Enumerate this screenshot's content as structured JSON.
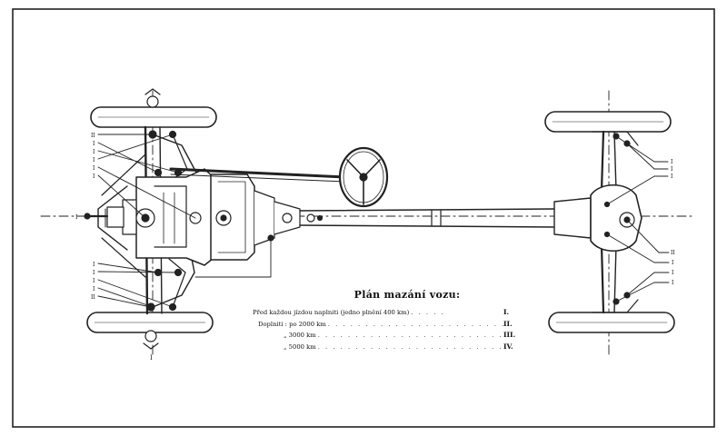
{
  "legend": {
    "title": "Plán mazání vozu:",
    "rows": [
      {
        "text": "Před každou jízdou naplniti (jedno plnění 400 km)",
        "dots": ". . . . .",
        "num": "I."
      },
      {
        "text": "Doplniti : po   2000 km",
        "dots": ". . . . . . . . . . . . . . . . . . . . . . . . . .",
        "num": "II."
      },
      {
        "text": "„        3000 km",
        "dots": ". . . . . . . . . . . . . . . . . . . . . . . . . . .",
        "num": "III."
      },
      {
        "text": "„        5000 km",
        "dots": ". . . . . . . . . . . . . . . . . . . . . . . . . . .",
        "num": "IV."
      }
    ]
  },
  "markers": {
    "front_top": [
      "II",
      "I",
      "I",
      "I",
      "I",
      "I"
    ],
    "front_bottom": [
      "I",
      "I",
      "I",
      "I",
      "II"
    ],
    "front_center": "I",
    "front_axle_label": "I",
    "rear_top": [
      "I",
      "I",
      "I"
    ],
    "rear_bottom": [
      "II",
      "I",
      "I",
      "I"
    ]
  }
}
